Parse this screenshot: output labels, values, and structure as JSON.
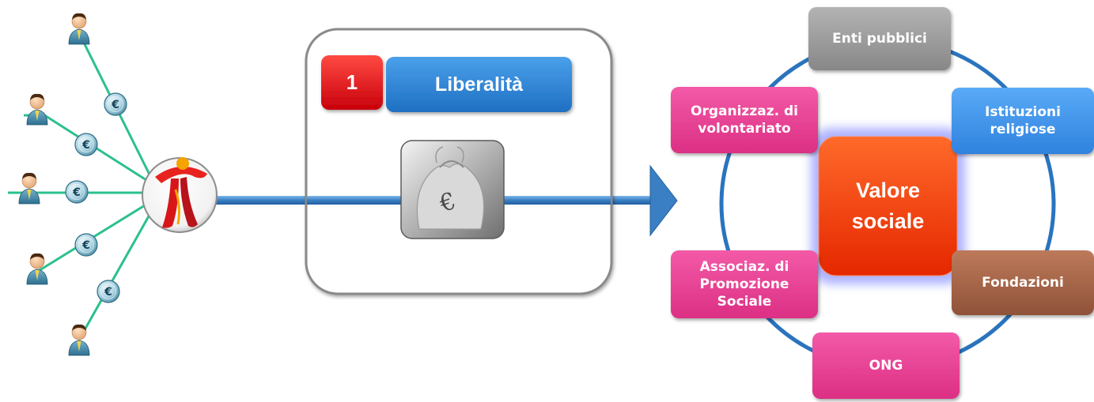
{
  "step": {
    "number": "1",
    "title": "Liberalità"
  },
  "currency_symbol": "€",
  "center": {
    "label": "Valore\nsociale"
  },
  "nodes": {
    "enti_pubblici": "Enti pubblici",
    "istituzioni_religiose": "Istituzioni\nreligiose",
    "fondazioni": "Fondazioni",
    "ong": "ONG",
    "associaz": "Associaz. di\nPromozione\nSociale",
    "organizzaz": "Organizzaz. di\nvolontariato"
  },
  "colors": {
    "connector_green": "#2bc08e",
    "arrow_blue": "#3a7fc4",
    "step_number_red": "#e0141a",
    "step_title_blue": "#2f86d6",
    "center_red": "#ff3a12",
    "node_gray": "#9b9b9b",
    "node_blue": "#3d95ee",
    "node_brown": "#a9664a",
    "node_pink": "#e93f95",
    "ring_blue": "#2a74be"
  }
}
